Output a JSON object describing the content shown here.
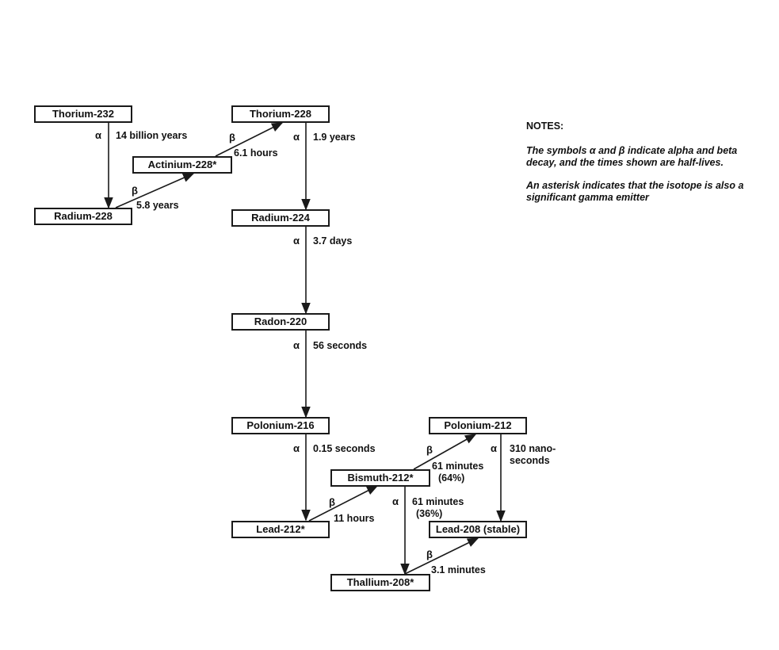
{
  "isotopes": {
    "th232": "Thorium-232",
    "ra228": "Radium-228",
    "ac228": "Actinium-228*",
    "th228": "Thorium-228",
    "ra224": "Radium-224",
    "rn220": "Radon-220",
    "po216": "Polonium-216",
    "pb212": "Lead-212*",
    "bi212": "Bismuth-212*",
    "po212": "Polonium-212",
    "pb208": "Lead-208 (stable)",
    "tl208": "Thallium-208*"
  },
  "decays": {
    "d1": {
      "symbol": "α",
      "time": "14 billion years"
    },
    "d2": {
      "symbol": "β",
      "time": "5.8 years"
    },
    "d3": {
      "symbol": "β",
      "time": "6.1 hours"
    },
    "d4": {
      "symbol": "α",
      "time": "1.9 years"
    },
    "d5": {
      "symbol": "α",
      "time": "3.7 days"
    },
    "d6": {
      "symbol": "α",
      "time": "56 seconds"
    },
    "d7": {
      "symbol": "α",
      "time": "0.15 seconds"
    },
    "d8": {
      "symbol": "β",
      "time": "11 hours"
    },
    "d9": {
      "symbol": "β",
      "time": "61 minutes",
      "branch": "(64%)"
    },
    "d10": {
      "symbol": "α",
      "time": "61 minutes",
      "branch": "(36%)"
    },
    "d11": {
      "symbol": "α",
      "time_line1": "310 nano-",
      "time_line2": "seconds"
    },
    "d12": {
      "symbol": "β",
      "time": "3.1 minutes"
    }
  },
  "notes": {
    "heading": "NOTES:",
    "note1": "The symbols α and β indicate alpha and beta decay, and the times shown are half-lives.",
    "note2": "An asterisk indicates that the isotope is also a significant gamma emitter"
  },
  "colors": {
    "ink": "#1a1a1a",
    "background": "#ffffff"
  }
}
